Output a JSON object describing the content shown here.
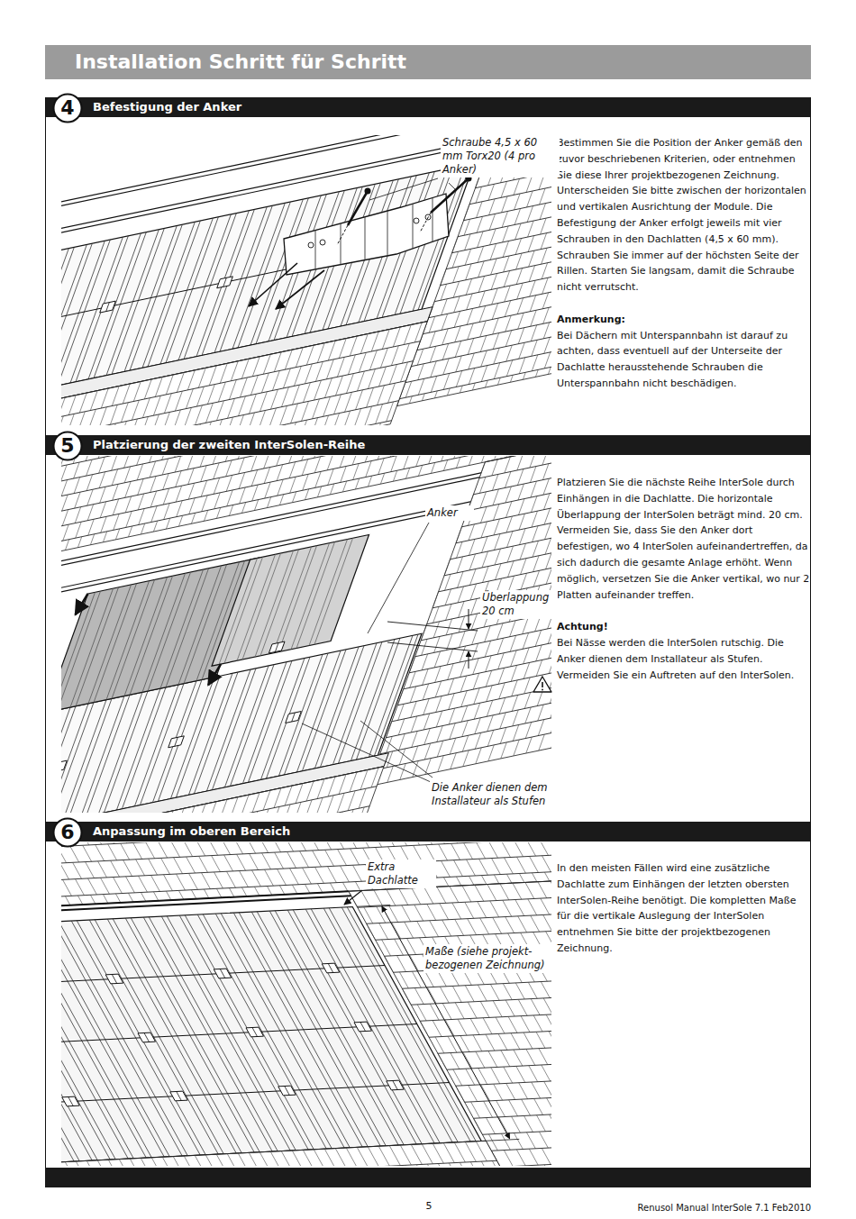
{
  "diagram": {
    "title": "Installation Schritt für Schritt",
    "nodes": [
      {
        "text": [
          "Befestigung der Anker",
          "Bestimmen Sie die Position der Anker gemäß den zuvor beschriebenen Kriterien, oder entnehmen Sie diese Ihrer projektbezogenen Zeichnung. Unterscheiden Sie bitte zwischen der horizontalen und vertikalen Ausrichtung der Module. Die Befestigung der Anker erfolgt jeweils mit vier Schrauben in den Dachlatten (4,5 x 60 mm). Schrauben Sie immer auf der höchsten Seite der Rillen. Starten Sie langsam, damit die Schraube nicht verrutscht.",
          "Anmerkung:",
          "Bei Dächern mit Unterspannbahn ist darauf zu achten, dass eventuell auf der Unterseite der Dachlatte herausstehende Schrauben die Unterspannbahn nicht beschädigen."
        ]
      },
      {
        "text": [
          "4"
        ],
        "in": 0
      },
      {
        "text": [
          "Platzierung der zweiten InterSolen-Reihe",
          "Platzieren Sie die nächste Reihe InterSole durch Einhängen in die Dachlatte. Die horizontale Überlappung der InterSolen beträgt mind. 20 cm. Vermeiden Sie, dass Sie den Anker dort befestigen, wo 4 InterSolen aufeinandertreffen, da sich dadurch die gesamte Anlage erhöht. Wenn möglich, versetzen Sie die Anker vertikal, wo nur 2 Platten aufeinander treffen.",
          "Achtung!",
          "Bei Nässe werden die InterSolen rutschig. Die Anker dienen dem Installateur als Stufen. Vermeiden Sie ein Auftreten auf den InterSolen."
        ]
      },
      {
        "text": [
          "5"
        ],
        "in": 2
      },
      {
        "text": [
          "Anpassung im oberen Bereich",
          "In den meisten Fällen wird eine zusätzliche Dachlatte zum Einhängen der letzten obersten InterSolen-Reihe benötigt. Die kompletten Maße für die vertikale Auslegung der InterSolen entnehmen Sie bitte der projektbezogenen Zeichnung."
        ]
      },
      {
        "text": [
          "6"
        ],
        "in": 4
      }
    ],
    "labels": [
      "Schraube 4,5 x 60 mm Torx20 (4 pro Anker)",
      "Anker",
      "Überlappung 20 cm",
      "Die Anker dienen dem Installateur als Stufen",
      "Extra Dachlatte",
      "Maße (siehe projekt- bezogenen Zeichnung)",
      "5",
      "Renusol Manual InterSole 7.1 Feb2010"
    ]
  }
}
